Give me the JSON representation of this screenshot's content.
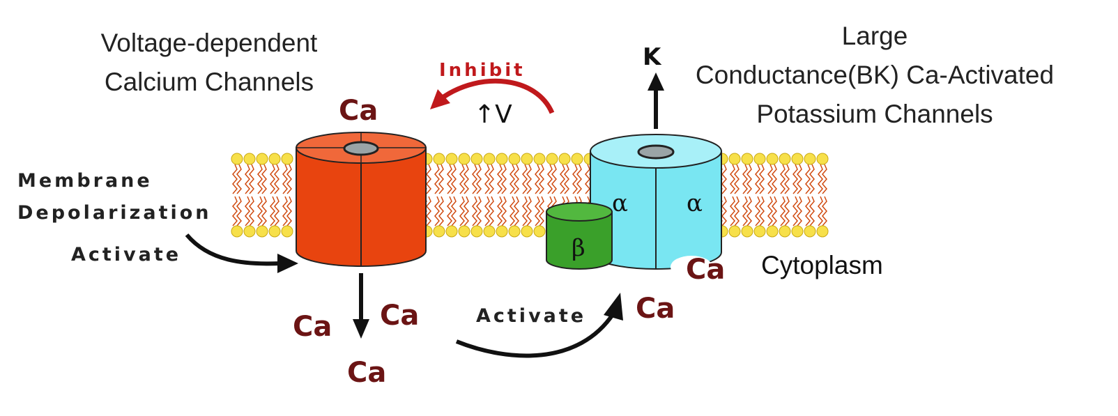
{
  "labels": {
    "vdcc_title_1": "Voltage-dependent",
    "vdcc_title_2": "Calcium Channels",
    "bk_title_1": "Large",
    "bk_title_2": "Conductance(BK) Ca-Activated",
    "bk_title_3": "Potassium Channels",
    "membrane_1": "Membrane",
    "membrane_2": "Depolarization",
    "activate_left": "Activate",
    "activate_bottom": "Activate",
    "inhibit": "Inhibit",
    "voltage": "↑V",
    "potassium": "K",
    "alpha_left": "α",
    "alpha_right": "α",
    "beta": "β",
    "cytoplasm": "Cytoplasm"
  },
  "calcium": {
    "top": "Ca",
    "below_left": "Ca",
    "below_right": "Ca",
    "below_bottom": "Ca",
    "bk_side": "Ca",
    "bk_below": "Ca"
  },
  "colors": {
    "vdcc_channel": "#e8440f",
    "vdcc_top": "#f0683a",
    "bk_channel": "#79e6f2",
    "bk_top": "#a8f0f8",
    "beta_subunit": "#3aa02a",
    "lipid_head": "#f7e04a",
    "lipid_tail": "#d04a10",
    "inhibit_arrow": "#c0191c",
    "calcium_text": "#6b1414"
  }
}
